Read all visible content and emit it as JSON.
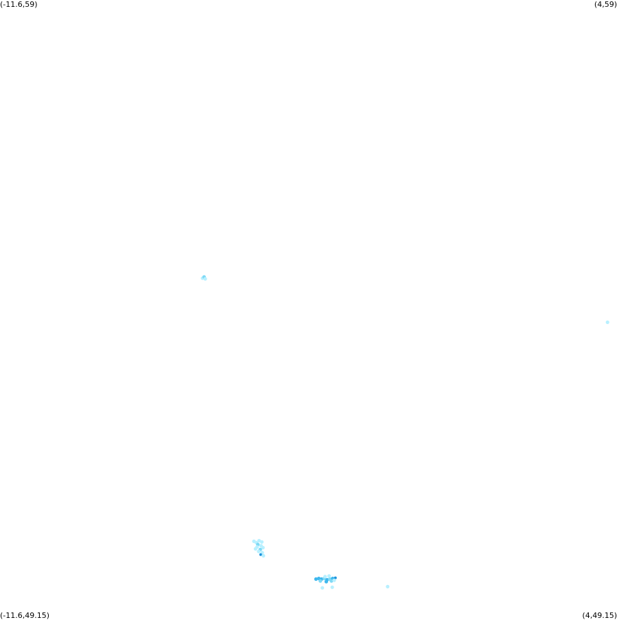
{
  "map": {
    "corners": {
      "top_left": "(-11.6,59)",
      "top_right": "(4,59)",
      "bottom_left": "(-11.6,49.15)",
      "bottom_right": "(4,49.15)"
    },
    "extent": {
      "lon_min": -11.6,
      "lon_max": 4,
      "lat_min": 49.15,
      "lat_max": 59
    },
    "colors": {
      "background": "#ffffff",
      "light": "#b8f0ff",
      "medium": "#7fd9f5",
      "strong": "#3fb8ee",
      "dark": "#1f95dd"
    },
    "points": [
      {
        "lon": -6.48,
        "lat": 54.58,
        "level": "light"
      },
      {
        "lon": -6.44,
        "lat": 54.6,
        "level": "medium"
      },
      {
        "lon": -6.41,
        "lat": 54.57,
        "level": "light"
      },
      {
        "lon": 3.76,
        "lat": 53.88,
        "level": "light"
      },
      {
        "lon": -5.18,
        "lat": 50.4,
        "level": "light"
      },
      {
        "lon": -5.12,
        "lat": 50.38,
        "level": "light"
      },
      {
        "lon": -5.05,
        "lat": 50.41,
        "level": "light"
      },
      {
        "lon": -4.98,
        "lat": 50.39,
        "level": "light"
      },
      {
        "lon": -5.08,
        "lat": 50.35,
        "level": "medium"
      },
      {
        "lon": -5.0,
        "lat": 50.33,
        "level": "light"
      },
      {
        "lon": -5.1,
        "lat": 50.31,
        "level": "light"
      },
      {
        "lon": -4.95,
        "lat": 50.3,
        "level": "light"
      },
      {
        "lon": -5.02,
        "lat": 50.27,
        "level": "medium"
      },
      {
        "lon": -5.06,
        "lat": 50.24,
        "level": "light"
      },
      {
        "lon": -4.97,
        "lat": 50.22,
        "level": "light"
      },
      {
        "lon": -5.01,
        "lat": 50.19,
        "level": "dark"
      },
      {
        "lon": -4.94,
        "lat": 50.17,
        "level": "light"
      },
      {
        "lon": -5.14,
        "lat": 50.28,
        "level": "light"
      },
      {
        "lon": -3.61,
        "lat": 49.8,
        "level": "strong"
      },
      {
        "lon": -3.54,
        "lat": 49.81,
        "level": "strong"
      },
      {
        "lon": -3.47,
        "lat": 49.8,
        "level": "strong"
      },
      {
        "lon": -3.4,
        "lat": 49.81,
        "level": "medium"
      },
      {
        "lon": -3.33,
        "lat": 49.79,
        "level": "strong"
      },
      {
        "lon": -3.26,
        "lat": 49.8,
        "level": "medium"
      },
      {
        "lon": -3.19,
        "lat": 49.81,
        "level": "strong"
      },
      {
        "lon": -3.12,
        "lat": 49.82,
        "level": "dark"
      },
      {
        "lon": -3.5,
        "lat": 49.77,
        "level": "medium"
      },
      {
        "lon": -3.35,
        "lat": 49.76,
        "level": "strong"
      },
      {
        "lon": -3.22,
        "lat": 49.77,
        "level": "medium"
      },
      {
        "lon": -3.38,
        "lat": 49.84,
        "level": "light"
      },
      {
        "lon": -3.28,
        "lat": 49.85,
        "level": "light"
      },
      {
        "lon": -3.15,
        "lat": 49.78,
        "level": "light"
      },
      {
        "lon": -3.45,
        "lat": 49.66,
        "level": "light"
      },
      {
        "lon": -3.2,
        "lat": 49.67,
        "level": "light"
      },
      {
        "lon": -1.8,
        "lat": 49.68,
        "level": "light"
      }
    ]
  }
}
